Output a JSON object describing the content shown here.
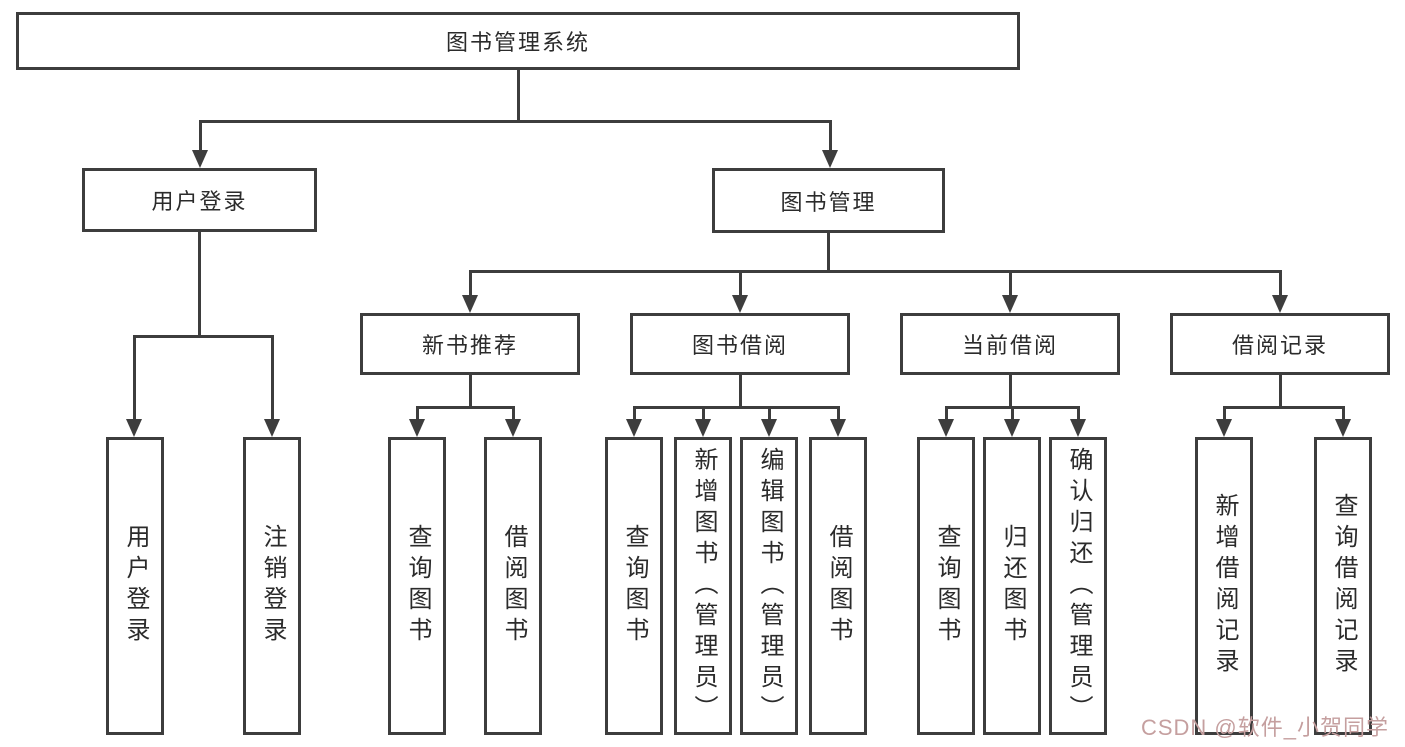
{
  "diagram": {
    "root": {
      "label": "图书管理系统"
    },
    "level2": [
      {
        "label": "用户登录"
      },
      {
        "label": "图书管理"
      }
    ],
    "level3": [
      {
        "label": "新书推荐"
      },
      {
        "label": "图书借阅"
      },
      {
        "label": "当前借阅"
      },
      {
        "label": "借阅记录"
      }
    ],
    "leaves": {
      "user": [
        "用户登录",
        "注销登录"
      ],
      "recommend": [
        "查询图书",
        "借阅图书"
      ],
      "borrow": [
        "查询图书",
        "新增图书（管理员）",
        "编辑图书（管理员）",
        "借阅图书"
      ],
      "current": [
        "查询图书",
        "归还图书",
        "确认归还（管理员）"
      ],
      "records": [
        "新增借阅记录",
        "查询借阅记录"
      ]
    }
  },
  "watermark": {
    "text": "CSDN @软件_小贺同学",
    "color": "#c59f9f"
  },
  "colors": {
    "line": "#3d3d3d",
    "text": "#2b2b2b",
    "background": "#ffffff"
  }
}
